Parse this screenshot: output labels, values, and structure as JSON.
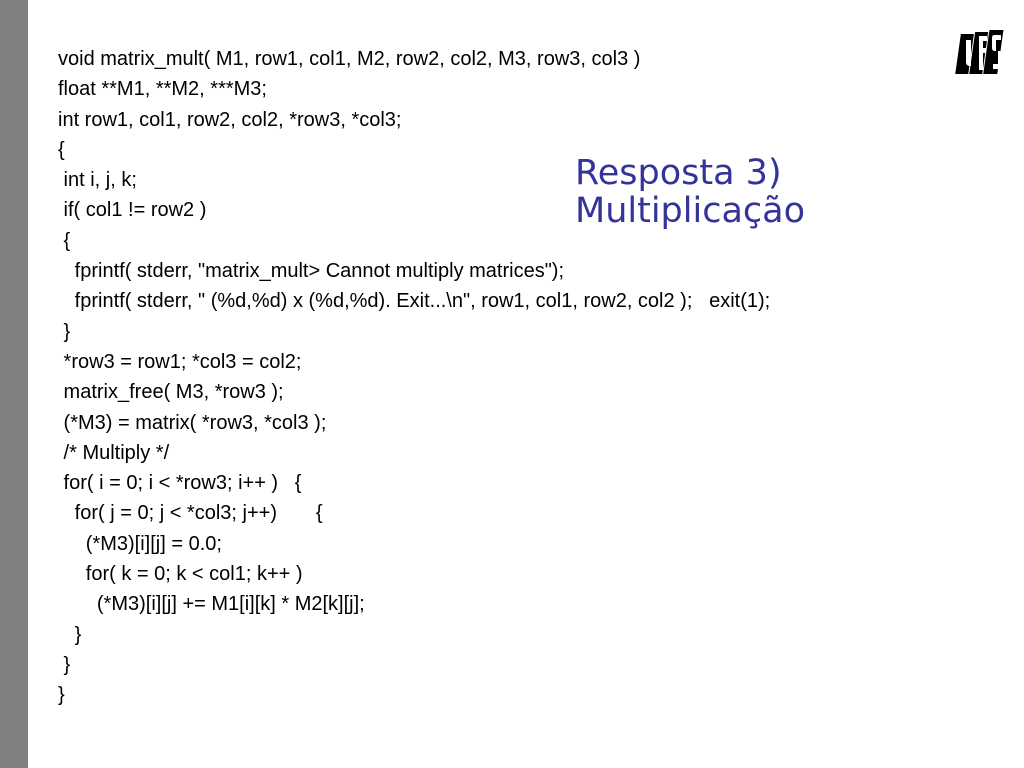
{
  "slide": {
    "title_lines": [
      "Resposta 3)",
      "Multiplicação"
    ],
    "logo_text": "UFES",
    "colors": {
      "title": "#333399",
      "sidebar": "#808080",
      "code": "#000000"
    },
    "code_lines": [
      "void matrix_mult( M1, row1, col1, M2, row2, col2, M3, row3, col3 )",
      "float **M1, **M2, ***M3;",
      "int row1, col1, row2, col2, *row3, *col3;",
      "{",
      " int i, j, k;",
      " if( col1 != row2 )",
      " {",
      "   fprintf( stderr, \"matrix_mult> Cannot multiply matrices\");",
      "   fprintf( stderr, \" (%d,%d) x (%d,%d). Exit...\\n\", row1, col1, row2, col2 );   exit(1);",
      " }",
      " *row3 = row1; *col3 = col2;",
      " matrix_free( M3, *row3 );",
      " (*M3) = matrix( *row3, *col3 );",
      " /* Multiply */",
      " for( i = 0; i < *row3; i++ )   {",
      "   for( j = 0; j < *col3; j++)       {",
      "     (*M3)[i][j] = 0.0;",
      "     for( k = 0; k < col1; k++ )",
      "       (*M3)[i][j] += M1[i][k] * M2[k][j];",
      "   }",
      " }",
      "}"
    ]
  }
}
